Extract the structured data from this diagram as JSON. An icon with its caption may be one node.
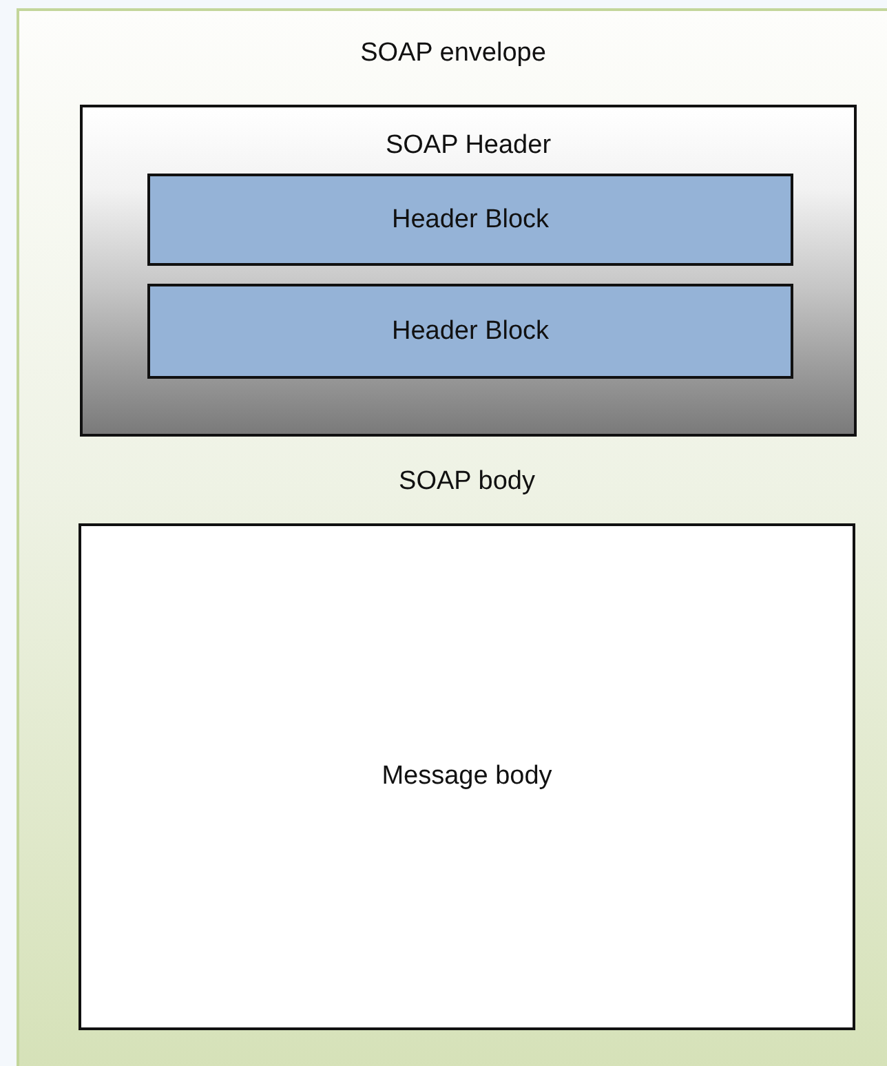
{
  "diagram": {
    "nodes": [
      {
        "text": [
          "SOAP envelope"
        ]
      },
      {
        "text": [
          "SOAP Header"
        ],
        "in": 0
      },
      {
        "text": [
          "Header Block"
        ],
        "in": 1
      },
      {
        "text": [
          "Header Block"
        ],
        "in": 1
      },
      {
        "text": [
          "SOAP body",
          "Message body"
        ],
        "in": 0
      }
    ]
  }
}
